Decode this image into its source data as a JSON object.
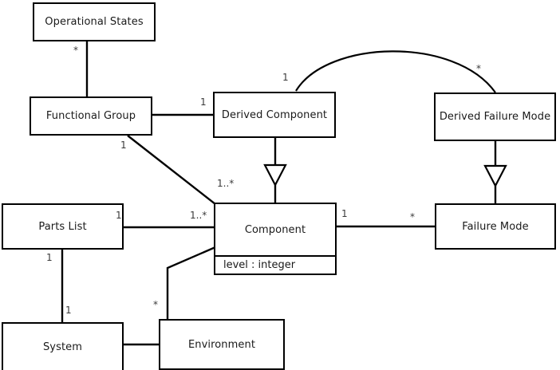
{
  "diagram": {
    "title": "UML Class Diagram",
    "style": {
      "line_color": "#000000",
      "box_fill": "#ffffff",
      "text_color": "#1a1a1a",
      "label_color": "#3a3a3a"
    },
    "classes": [
      {
        "id": "operational-states",
        "name": "Operational States",
        "attributes": []
      },
      {
        "id": "functional-group",
        "name": "Functional Group",
        "attributes": []
      },
      {
        "id": "derived-component",
        "name": "Derived Component",
        "attributes": []
      },
      {
        "id": "derived-failure-mode",
        "name": "Derived Failure Mode",
        "attributes": []
      },
      {
        "id": "parts-list",
        "name": "Parts List",
        "attributes": []
      },
      {
        "id": "component",
        "name": "Component",
        "attributes": [
          "level : integer"
        ]
      },
      {
        "id": "failure-mode",
        "name": "Failure Mode",
        "attributes": []
      },
      {
        "id": "system",
        "name": "System",
        "attributes": []
      },
      {
        "id": "environment",
        "name": "Environment",
        "attributes": []
      }
    ],
    "multiplicities": [
      {
        "id": "m-opstates-fg",
        "text": "*"
      },
      {
        "id": "m-fg-dc",
        "text": "1"
      },
      {
        "id": "m-dc-arc",
        "text": "1"
      },
      {
        "id": "m-dfm-arc",
        "text": "*"
      },
      {
        "id": "m-fg-comp-near-fg",
        "text": "1"
      },
      {
        "id": "m-fg-comp-near-comp",
        "text": "1..*"
      },
      {
        "id": "m-parts-near-parts",
        "text": "1"
      },
      {
        "id": "m-parts-near-comp",
        "text": "1..*"
      },
      {
        "id": "m-comp-fm-near-comp",
        "text": "1"
      },
      {
        "id": "m-comp-fm-near-fm",
        "text": "*"
      },
      {
        "id": "m-parts-system-top",
        "text": "1"
      },
      {
        "id": "m-parts-system-bottom",
        "text": "1"
      },
      {
        "id": "m-env-comp",
        "text": "*"
      }
    ],
    "relationships": [
      {
        "id": "rel-opstates-fg",
        "type": "association",
        "from": "operational-states",
        "to": "functional-group"
      },
      {
        "id": "rel-fg-dc",
        "type": "association",
        "from": "functional-group",
        "to": "derived-component"
      },
      {
        "id": "rel-dc-dfm",
        "type": "association-arc",
        "from": "derived-component",
        "to": "derived-failure-mode"
      },
      {
        "id": "rel-fg-comp",
        "type": "association-diagonal",
        "from": "functional-group",
        "to": "component"
      },
      {
        "id": "rel-dc-comp",
        "type": "generalization",
        "from": "derived-component",
        "to": "component"
      },
      {
        "id": "rel-dfm-fm",
        "type": "generalization",
        "from": "derived-failure-mode",
        "to": "failure-mode"
      },
      {
        "id": "rel-parts-comp",
        "type": "association",
        "from": "parts-list",
        "to": "component"
      },
      {
        "id": "rel-comp-fm",
        "type": "association",
        "from": "component",
        "to": "failure-mode"
      },
      {
        "id": "rel-parts-system",
        "type": "association",
        "from": "parts-list",
        "to": "system"
      },
      {
        "id": "rel-system-env",
        "type": "association",
        "from": "system",
        "to": "environment"
      },
      {
        "id": "rel-env-comp",
        "type": "association-polyline",
        "from": "environment",
        "to": "component"
      }
    ]
  }
}
